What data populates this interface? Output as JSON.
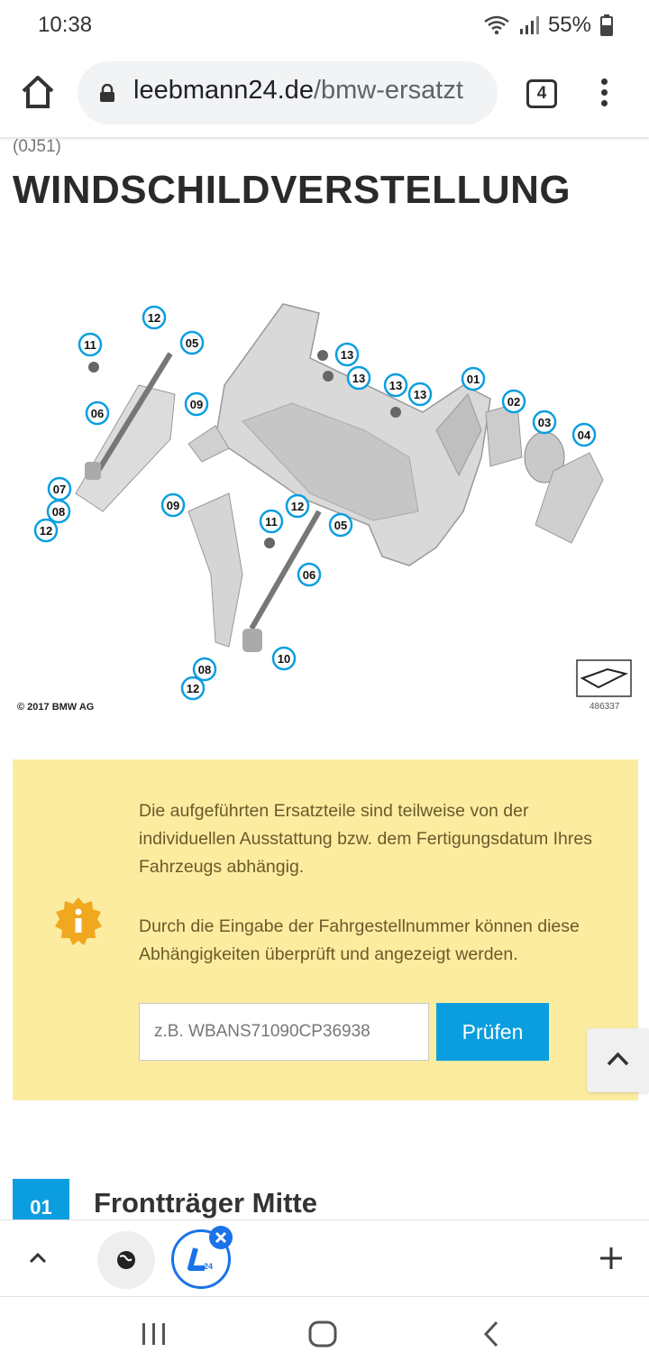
{
  "status": {
    "time": "10:38",
    "battery": "55%"
  },
  "browser": {
    "domain": "leebmann24.de",
    "path": "/bmw-ersatzt",
    "tab_count": "4"
  },
  "page": {
    "code": "(0J51)",
    "title": "WINDSCHILDVERSTELLUNG"
  },
  "diagram": {
    "copyright": "© 2017 BMW AG",
    "image_number": "486337",
    "callouts": [
      "01",
      "02",
      "03",
      "04",
      "05",
      "05",
      "06",
      "06",
      "07",
      "08",
      "08",
      "09",
      "09",
      "10",
      "11",
      "11",
      "12",
      "12",
      "12",
      "12",
      "13",
      "13",
      "13",
      "13"
    ]
  },
  "notice": {
    "paragraph1": "Die aufgeführten Ersatzteile sind teilweise von der individuellen Ausstattung bzw. dem Fertigungsdatum Ihres Fahrzeugs abhängig.",
    "paragraph2": "Durch die Eingabe der Fahrgestellnummer können diese Abhängigkeiten überprüft und angezeigt werden.",
    "vin_placeholder": "z.B. WBANS71090CP36938",
    "check_label": "Prüfen"
  },
  "part": {
    "number": "01",
    "title": "Frontträger Mitte"
  },
  "tabstrip": {
    "active_tab_label": "24"
  },
  "colors": {
    "accent": "#0a9ee0",
    "notice_bg": "#fbeca0",
    "notice_text": "#6b5a2a",
    "tab_blue": "#1a73e8"
  },
  "icons": [
    "home-icon",
    "lock-icon",
    "tabs-icon",
    "menu-icon",
    "info-icon",
    "chevron-up-icon",
    "globe-icon",
    "close-icon",
    "plus-icon",
    "recents-icon",
    "nav-home-icon",
    "back-icon"
  ]
}
